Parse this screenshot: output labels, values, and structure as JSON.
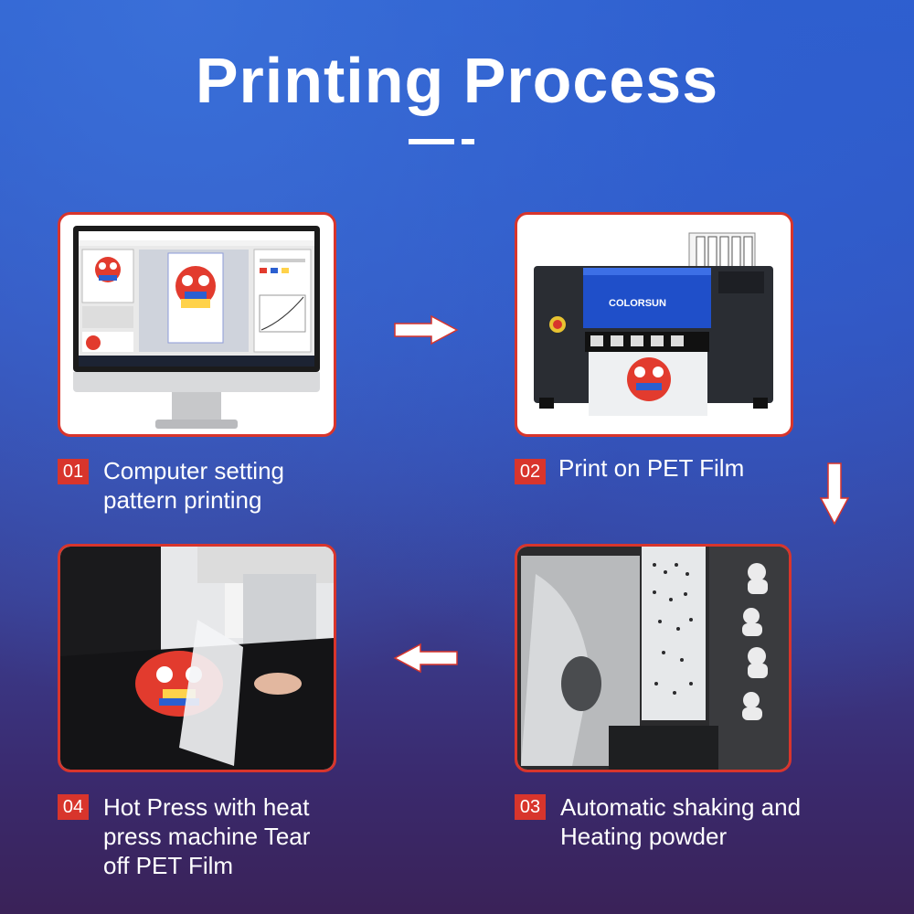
{
  "header": {
    "title": "Printing Process"
  },
  "steps": [
    {
      "num": "01",
      "text": "Computer setting pattern printing"
    },
    {
      "num": "02",
      "text": "Print on PET Film"
    },
    {
      "num": "03",
      "text": "Automatic shaking and Heating powder"
    },
    {
      "num": "04",
      "text": "Hot Press with heat press machine Tear off PET Film"
    }
  ],
  "printer": {
    "brand": "COLORSUN"
  },
  "colors": {
    "accent": "#d8352c",
    "text": "#ffffff"
  }
}
